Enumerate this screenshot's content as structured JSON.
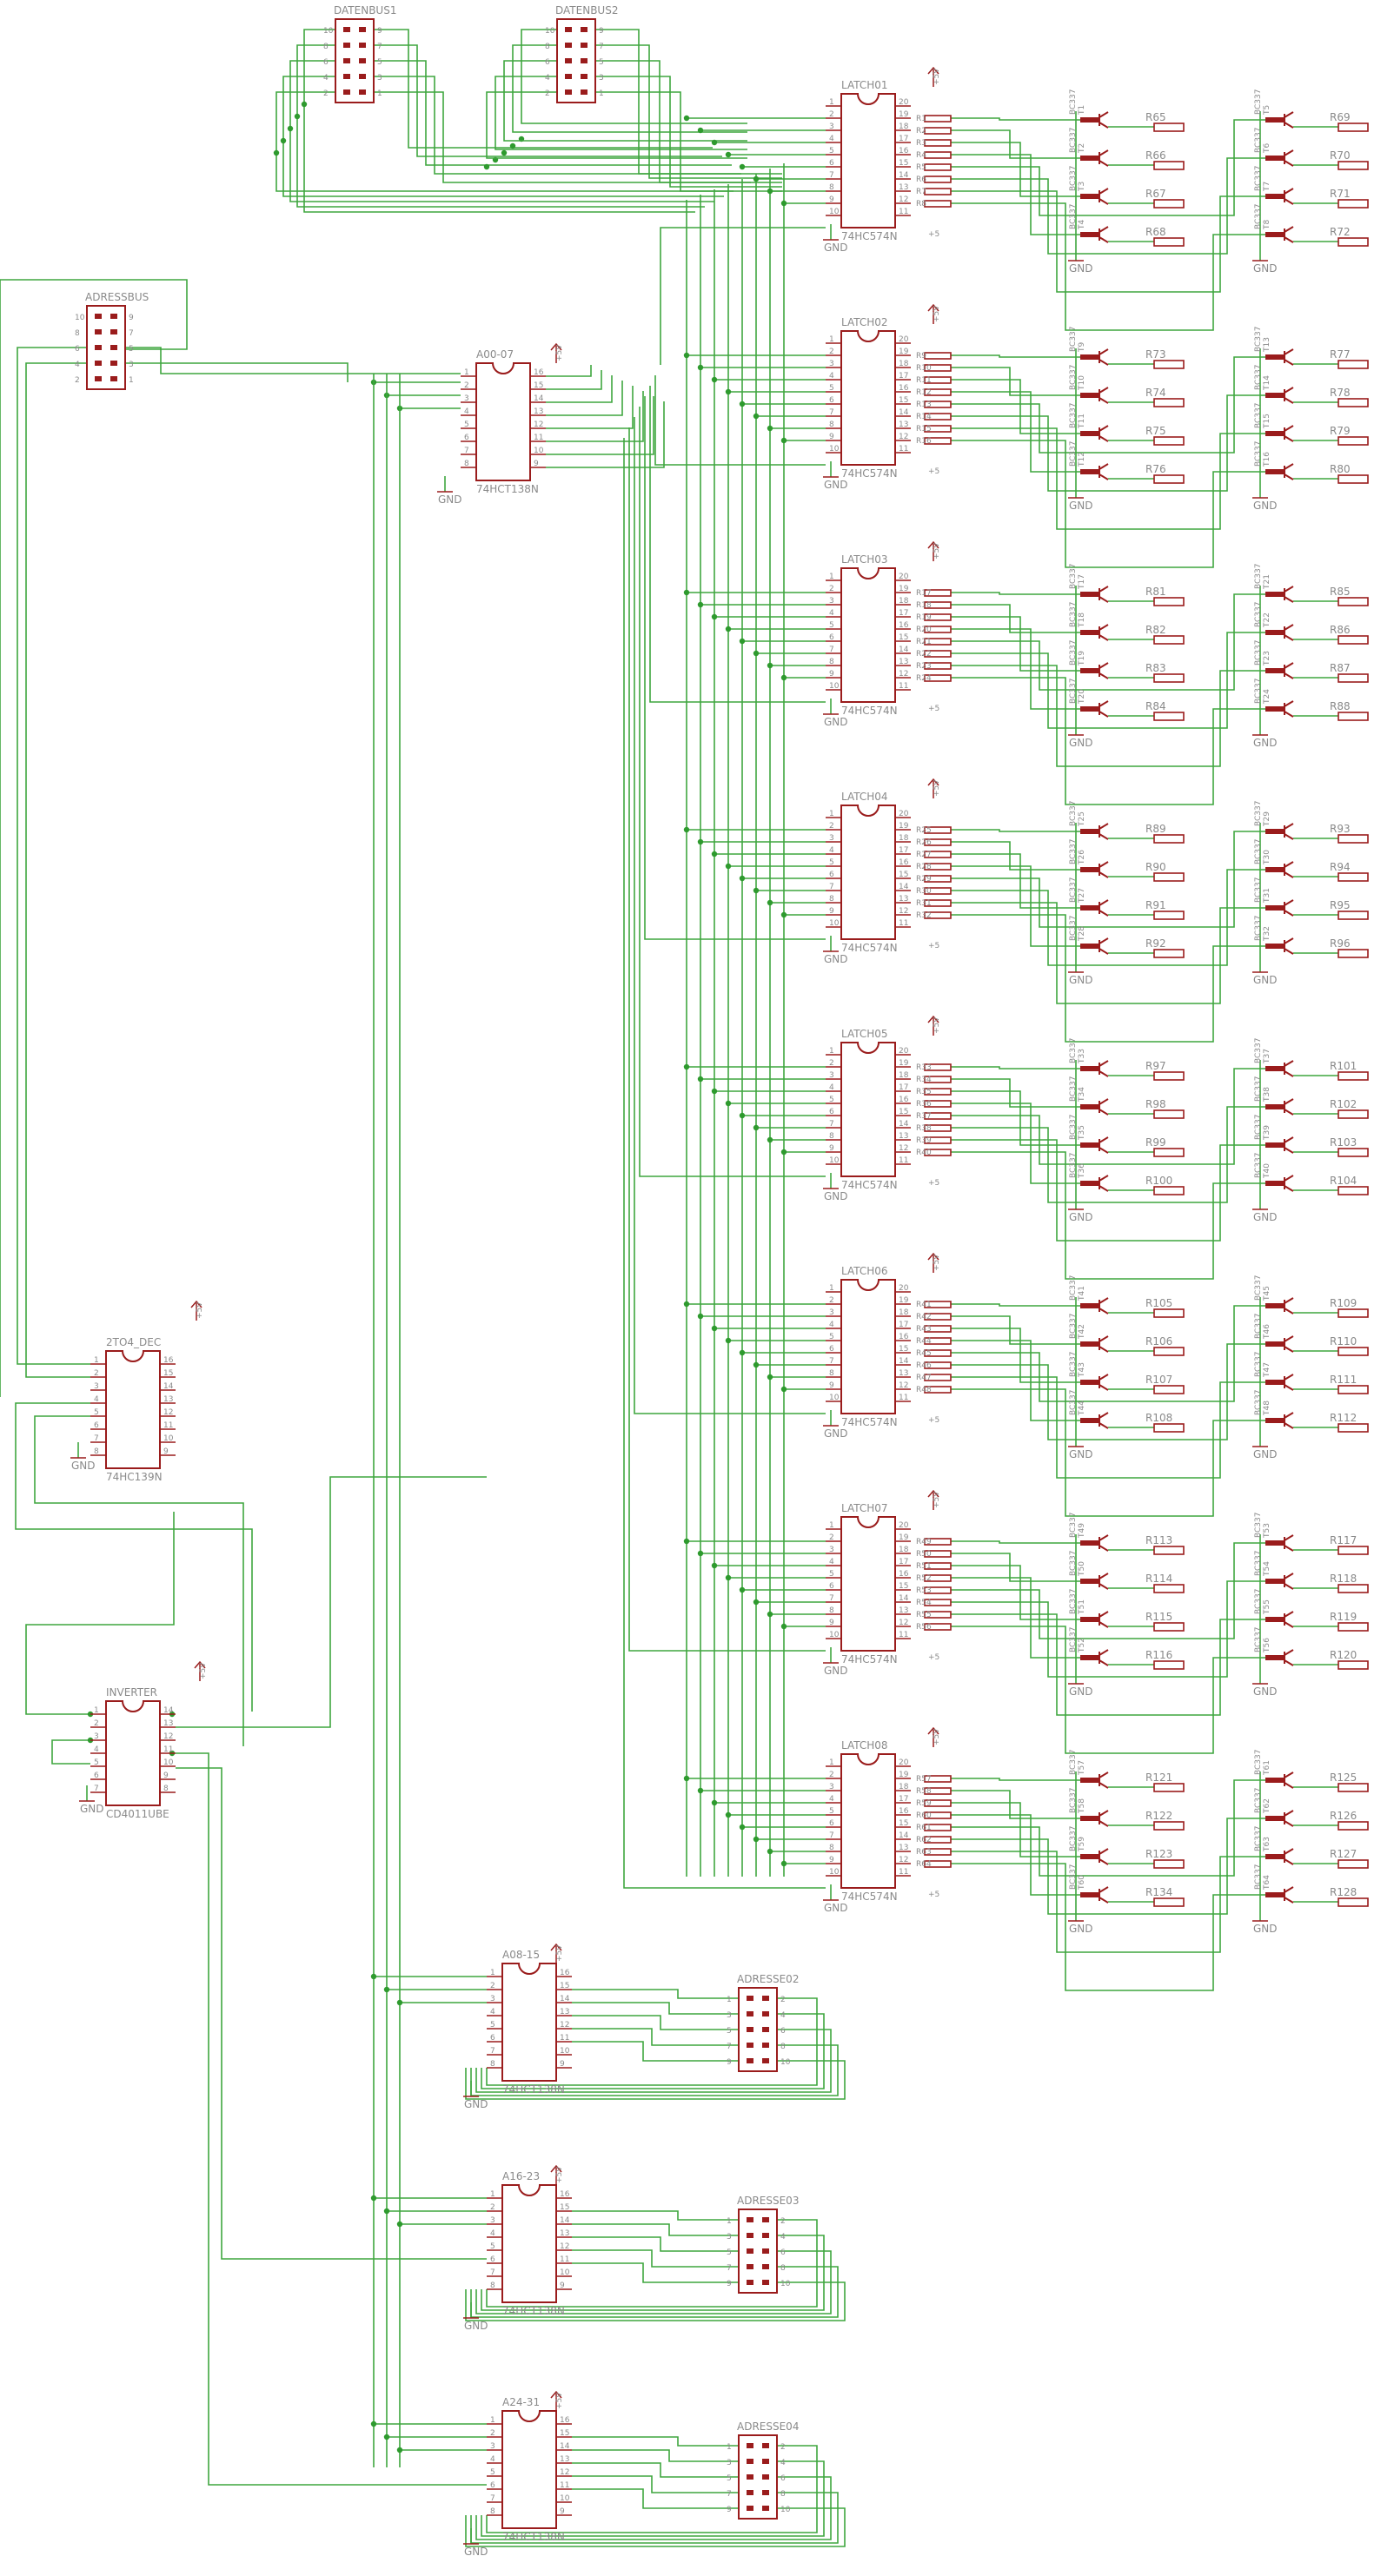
{
  "connectors": {
    "datenbus1": {
      "name": "DATENBUS1",
      "pins_left": [
        "10",
        "8",
        "6",
        "4",
        "2"
      ],
      "pins_right": [
        "9",
        "7",
        "5",
        "3",
        "1"
      ]
    },
    "datenbus2": {
      "name": "DATENBUS2",
      "pins_left": [
        "10",
        "8",
        "6",
        "4",
        "2"
      ],
      "pins_right": [
        "9",
        "7",
        "5",
        "3",
        "1"
      ]
    },
    "adressbus": {
      "name": "ADRESSBUS",
      "pins_left": [
        "10",
        "8",
        "6",
        "4",
        "2"
      ],
      "pins_right": [
        "9",
        "7",
        "5",
        "3",
        "1"
      ]
    },
    "adresse02": {
      "name": "ADRESSE02",
      "pins_left": [
        "1",
        "3",
        "5",
        "7",
        "9"
      ],
      "pins_right": [
        "2",
        "4",
        "6",
        "8",
        "10"
      ]
    },
    "adresse03": {
      "name": "ADRESSE03",
      "pins_left": [
        "1",
        "3",
        "5",
        "7",
        "9"
      ],
      "pins_right": [
        "2",
        "4",
        "6",
        "8",
        "10"
      ]
    },
    "adresse04": {
      "name": "ADRESSE04",
      "pins_left": [
        "1",
        "3",
        "5",
        "7",
        "9"
      ],
      "pins_right": [
        "2",
        "4",
        "6",
        "8",
        "10"
      ]
    }
  },
  "decoders": [
    {
      "name": "A00-07",
      "type": "74HCT138N",
      "pins_left": [
        "1",
        "2",
        "3",
        "4",
        "5",
        "6",
        "7",
        "8"
      ],
      "pins_right": [
        "16",
        "15",
        "14",
        "13",
        "12",
        "11",
        "10",
        "9"
      ]
    },
    {
      "name": "A08-15",
      "type": "74HCT138N",
      "pins_left": [
        "1",
        "2",
        "3",
        "4",
        "5",
        "6",
        "7",
        "8"
      ],
      "pins_right": [
        "16",
        "15",
        "14",
        "13",
        "12",
        "11",
        "10",
        "9"
      ]
    },
    {
      "name": "A16-23",
      "type": "74HCT138N",
      "pins_left": [
        "1",
        "2",
        "3",
        "4",
        "5",
        "6",
        "7",
        "8"
      ],
      "pins_right": [
        "16",
        "15",
        "14",
        "13",
        "12",
        "11",
        "10",
        "9"
      ]
    },
    {
      "name": "A24-31",
      "type": "74HCT138N",
      "pins_left": [
        "1",
        "2",
        "3",
        "4",
        "5",
        "6",
        "7",
        "8"
      ],
      "pins_right": [
        "16",
        "15",
        "14",
        "13",
        "12",
        "11",
        "10",
        "9"
      ]
    }
  ],
  "dec2to4": {
    "name": "2TO4_DEC",
    "type": "74HC139N",
    "pins_left": [
      "1",
      "2",
      "3",
      "4",
      "5",
      "6",
      "7",
      "8"
    ],
    "pins_right": [
      "16",
      "15",
      "14",
      "13",
      "12",
      "11",
      "10",
      "9"
    ]
  },
  "inverter": {
    "name": "INVERTER",
    "type": "CD4011UBE",
    "pins_left": [
      "1",
      "2",
      "3",
      "4",
      "5",
      "6",
      "7"
    ],
    "pins_right": [
      "14",
      "13",
      "12",
      "11",
      "10",
      "9",
      "8"
    ]
  },
  "latches": [
    {
      "name": "LATCH01",
      "type": "74HC574N",
      "rin": [
        "R1",
        "R2",
        "R3",
        "R4",
        "R5",
        "R6",
        "R7",
        "R8"
      ],
      "rbase": [
        "R65",
        "R66",
        "R67",
        "R68",
        "R69",
        "R70",
        "R71",
        "R72"
      ],
      "trans": [
        "T1",
        "T2",
        "T3",
        "T4",
        "T5",
        "T6",
        "T7",
        "T8"
      ]
    },
    {
      "name": "LATCH02",
      "type": "74HC574N",
      "rin": [
        "R9",
        "R10",
        "R11",
        "R12",
        "R13",
        "R14",
        "R15",
        "R16"
      ],
      "rbase": [
        "R73",
        "R74",
        "R75",
        "R76",
        "R77",
        "R78",
        "R79",
        "R80"
      ],
      "trans": [
        "T9",
        "T10",
        "T11",
        "T12",
        "T13",
        "T14",
        "T15",
        "T16"
      ]
    },
    {
      "name": "LATCH03",
      "type": "74HC574N",
      "rin": [
        "R17",
        "R18",
        "R19",
        "R20",
        "R21",
        "R22",
        "R23",
        "R24"
      ],
      "rbase": [
        "R81",
        "R82",
        "R83",
        "R84",
        "R85",
        "R86",
        "R87",
        "R88"
      ],
      "trans": [
        "T17",
        "T18",
        "T19",
        "T20",
        "T21",
        "T22",
        "T23",
        "T24"
      ]
    },
    {
      "name": "LATCH04",
      "type": "74HC574N",
      "rin": [
        "R25",
        "R26",
        "R27",
        "R28",
        "R29",
        "R30",
        "R31",
        "R32"
      ],
      "rbase": [
        "R89",
        "R90",
        "R91",
        "R92",
        "R93",
        "R94",
        "R95",
        "R96"
      ],
      "trans": [
        "T25",
        "T26",
        "T27",
        "T28",
        "T29",
        "T30",
        "T31",
        "T32"
      ]
    },
    {
      "name": "LATCH05",
      "type": "74HC574N",
      "rin": [
        "R33",
        "R34",
        "R35",
        "R36",
        "R37",
        "R38",
        "R39",
        "R40"
      ],
      "rbase": [
        "R97",
        "R98",
        "R99",
        "R100",
        "R101",
        "R102",
        "R103",
        "R104"
      ],
      "trans": [
        "T33",
        "T34",
        "T35",
        "T36",
        "T37",
        "T38",
        "T39",
        "T40"
      ]
    },
    {
      "name": "LATCH06",
      "type": "74HC574N",
      "rin": [
        "R41",
        "R42",
        "R43",
        "R44",
        "R45",
        "R46",
        "R47",
        "R48"
      ],
      "rbase": [
        "R105",
        "R106",
        "R107",
        "R108",
        "R109",
        "R110",
        "R111",
        "R112"
      ],
      "trans": [
        "T41",
        "T42",
        "T43",
        "T44",
        "T45",
        "T46",
        "T47",
        "T48"
      ]
    },
    {
      "name": "LATCH07",
      "type": "74HC574N",
      "rin": [
        "R49",
        "R50",
        "R51",
        "R52",
        "R53",
        "R54",
        "R55",
        "R56"
      ],
      "rbase": [
        "R113",
        "R114",
        "R115",
        "R116",
        "R117",
        "R118",
        "R119",
        "R120"
      ],
      "trans": [
        "T49",
        "T50",
        "T51",
        "T52",
        "T53",
        "T54",
        "T55",
        "T56"
      ]
    },
    {
      "name": "LATCH08",
      "type": "74HC574N",
      "rin": [
        "R57",
        "R58",
        "R59",
        "R60",
        "R61",
        "R62",
        "R63",
        "R64"
      ],
      "rbase": [
        "R121",
        "R122",
        "R123",
        "R134",
        "R125",
        "R126",
        "R127",
        "R128"
      ],
      "trans": [
        "T57",
        "T58",
        "T59",
        "T60",
        "T61",
        "T62",
        "T63",
        "T64"
      ]
    }
  ],
  "latch_pins_left": [
    "1",
    "2",
    "3",
    "4",
    "5",
    "6",
    "7",
    "8",
    "9",
    "10"
  ],
  "latch_pins_right": [
    "20",
    "19",
    "18",
    "17",
    "16",
    "15",
    "14",
    "13",
    "12",
    "11"
  ],
  "transistor_type": "BC337",
  "labels": {
    "gnd": "GND",
    "vcc": "+5V",
    "vcc_short": "+5"
  },
  "colors": {
    "wire": "#3fa63f",
    "part": "#9a1c1c",
    "text": "#8a8a8a",
    "junction": "#2e9a2e"
  }
}
